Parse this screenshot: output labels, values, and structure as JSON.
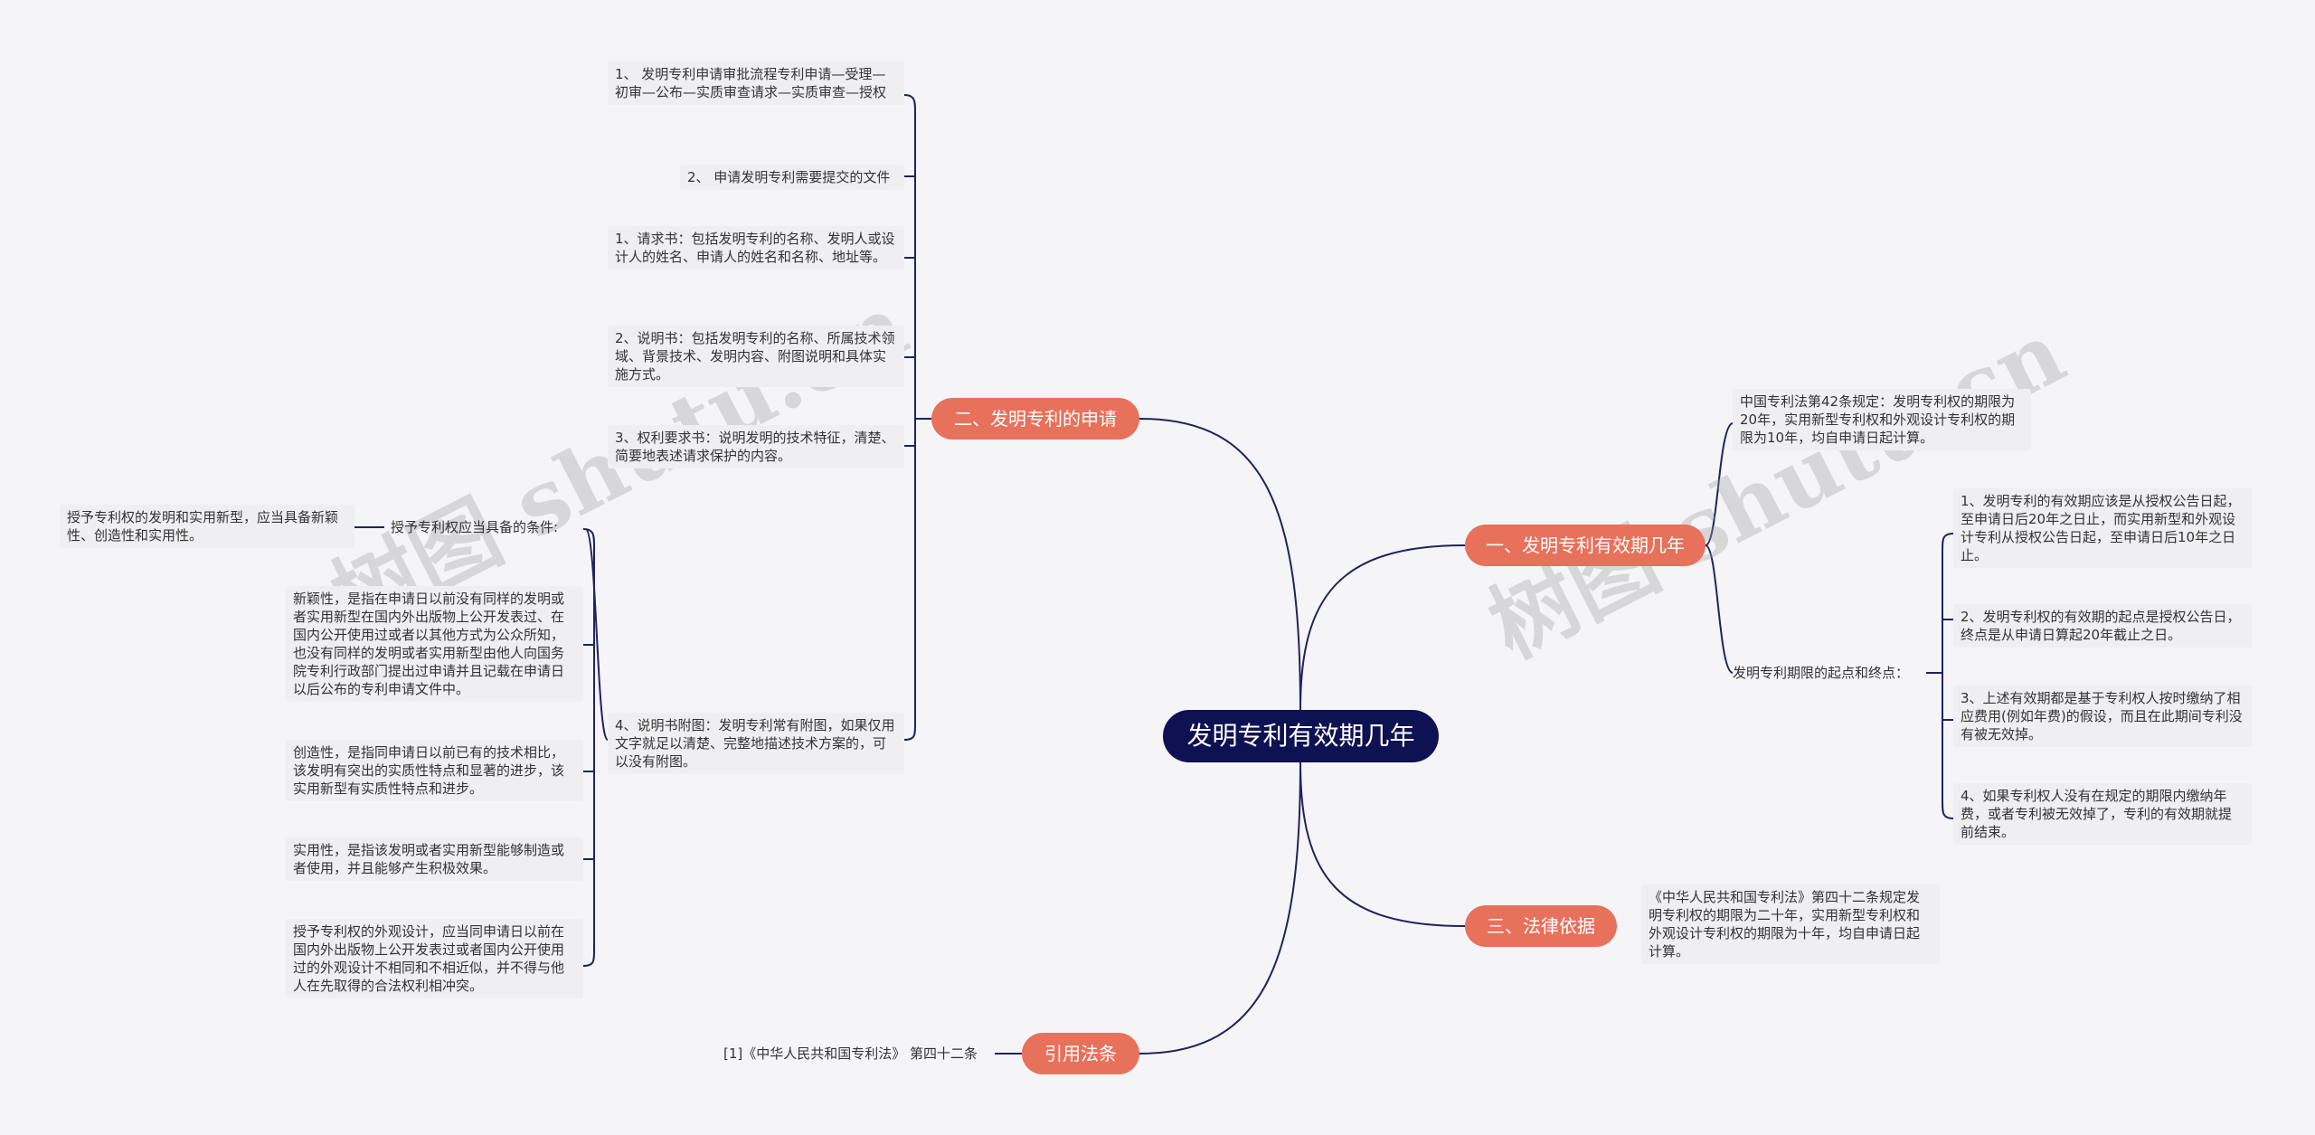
{
  "root": "发明专利有效期几年",
  "watermark": "树图 shutu.cn",
  "branches": {
    "b1": {
      "label": "一、发明专利有效期几年",
      "law_text": "中国专利法第42条规定：发明专利权的期限为20年，实用新型专利权和外观设计专利权的期限为10年，均自申请日起计算。",
      "sub_label": "发明专利期限的起点和终点：",
      "points": [
        "1、发明专利的有效期应该是从授权公告日起，至申请日后20年之日止，而实用新型和外观设计专利从授权公告日起，至申请日后10年之日止。",
        "2、发明专利权的有效期的起点是授权公告日，终点是从申请日算起20年截止之日。",
        "3、上述有效期都是基于专利权人按时缴纳了相应费用(例如年费)的假设，而且在此期间专利没有被无效掉。",
        "4、如果专利权人没有在规定的期限内缴纳年费，或者专利被无效掉了，专利的有效期就提前结束。"
      ]
    },
    "b2": {
      "label": "二、发明专利的申请",
      "items": [
        "1、 发明专利申请审批流程专利申请—受理—初审—公布—实质审查请求—实质审查—授权",
        "2、 申请发明专利需要提交的文件",
        "1、请求书：包括发明专利的名称、发明人或设计人的姓名、申请人的姓名和名称、地址等。",
        "2、说明书：包括发明专利的名称、所属技术领域、背景技术、发明内容、附图说明和具体实施方式。",
        "3、权利要求书：说明发明的技术特征，清楚、简要地表述请求保护的内容。",
        "4、说明书附图：发明专利常有附图，如果仅用文字就足以清楚、完整地描述技术方案的，可以没有附图。"
      ],
      "conditions_label": "授予专利权应当具备的条件:",
      "conditions_summary": "授予专利权的发明和实用新型，应当具备新颖性、创造性和实用性。",
      "conditions": [
        "新颖性，是指在申请日以前没有同样的发明或者实用新型在国内外出版物上公开发表过、在国内公开使用过或者以其他方式为公众所知，也没有同样的发明或者实用新型由他人向国务院专利行政部门提出过申请并且记载在申请日以后公布的专利申请文件中。",
        "创造性，是指同申请日以前已有的技术相比，该发明有突出的实质性特点和显著的进步，该实用新型有实质性特点和进步。",
        "实用性，是指该发明或者实用新型能够制造或者使用，并且能够产生积极效果。",
        "授予专利权的外观设计，应当同申请日以前在国内外出版物上公开发表过或者国内公开使用过的外观设计不相同和不相近似，并不得与他人在先取得的合法权利相冲突。"
      ]
    },
    "b3": {
      "label": "三、法律依据",
      "text": "《中华人民共和国专利法》第四十二条规定发明专利权的期限为二十年，实用新型专利权和外观设计专利权的期限为十年，均自申请日起计算。"
    },
    "b4": {
      "label": "引用法条",
      "text": "[1]《中华人民共和国专利法》 第四十二条"
    }
  },
  "colors": {
    "root_bg": "#0e1252",
    "branch_bg": "#e8715b",
    "line": "#1f2360",
    "leaf_bg": "#efeff2",
    "background": "#f5f5f7"
  }
}
